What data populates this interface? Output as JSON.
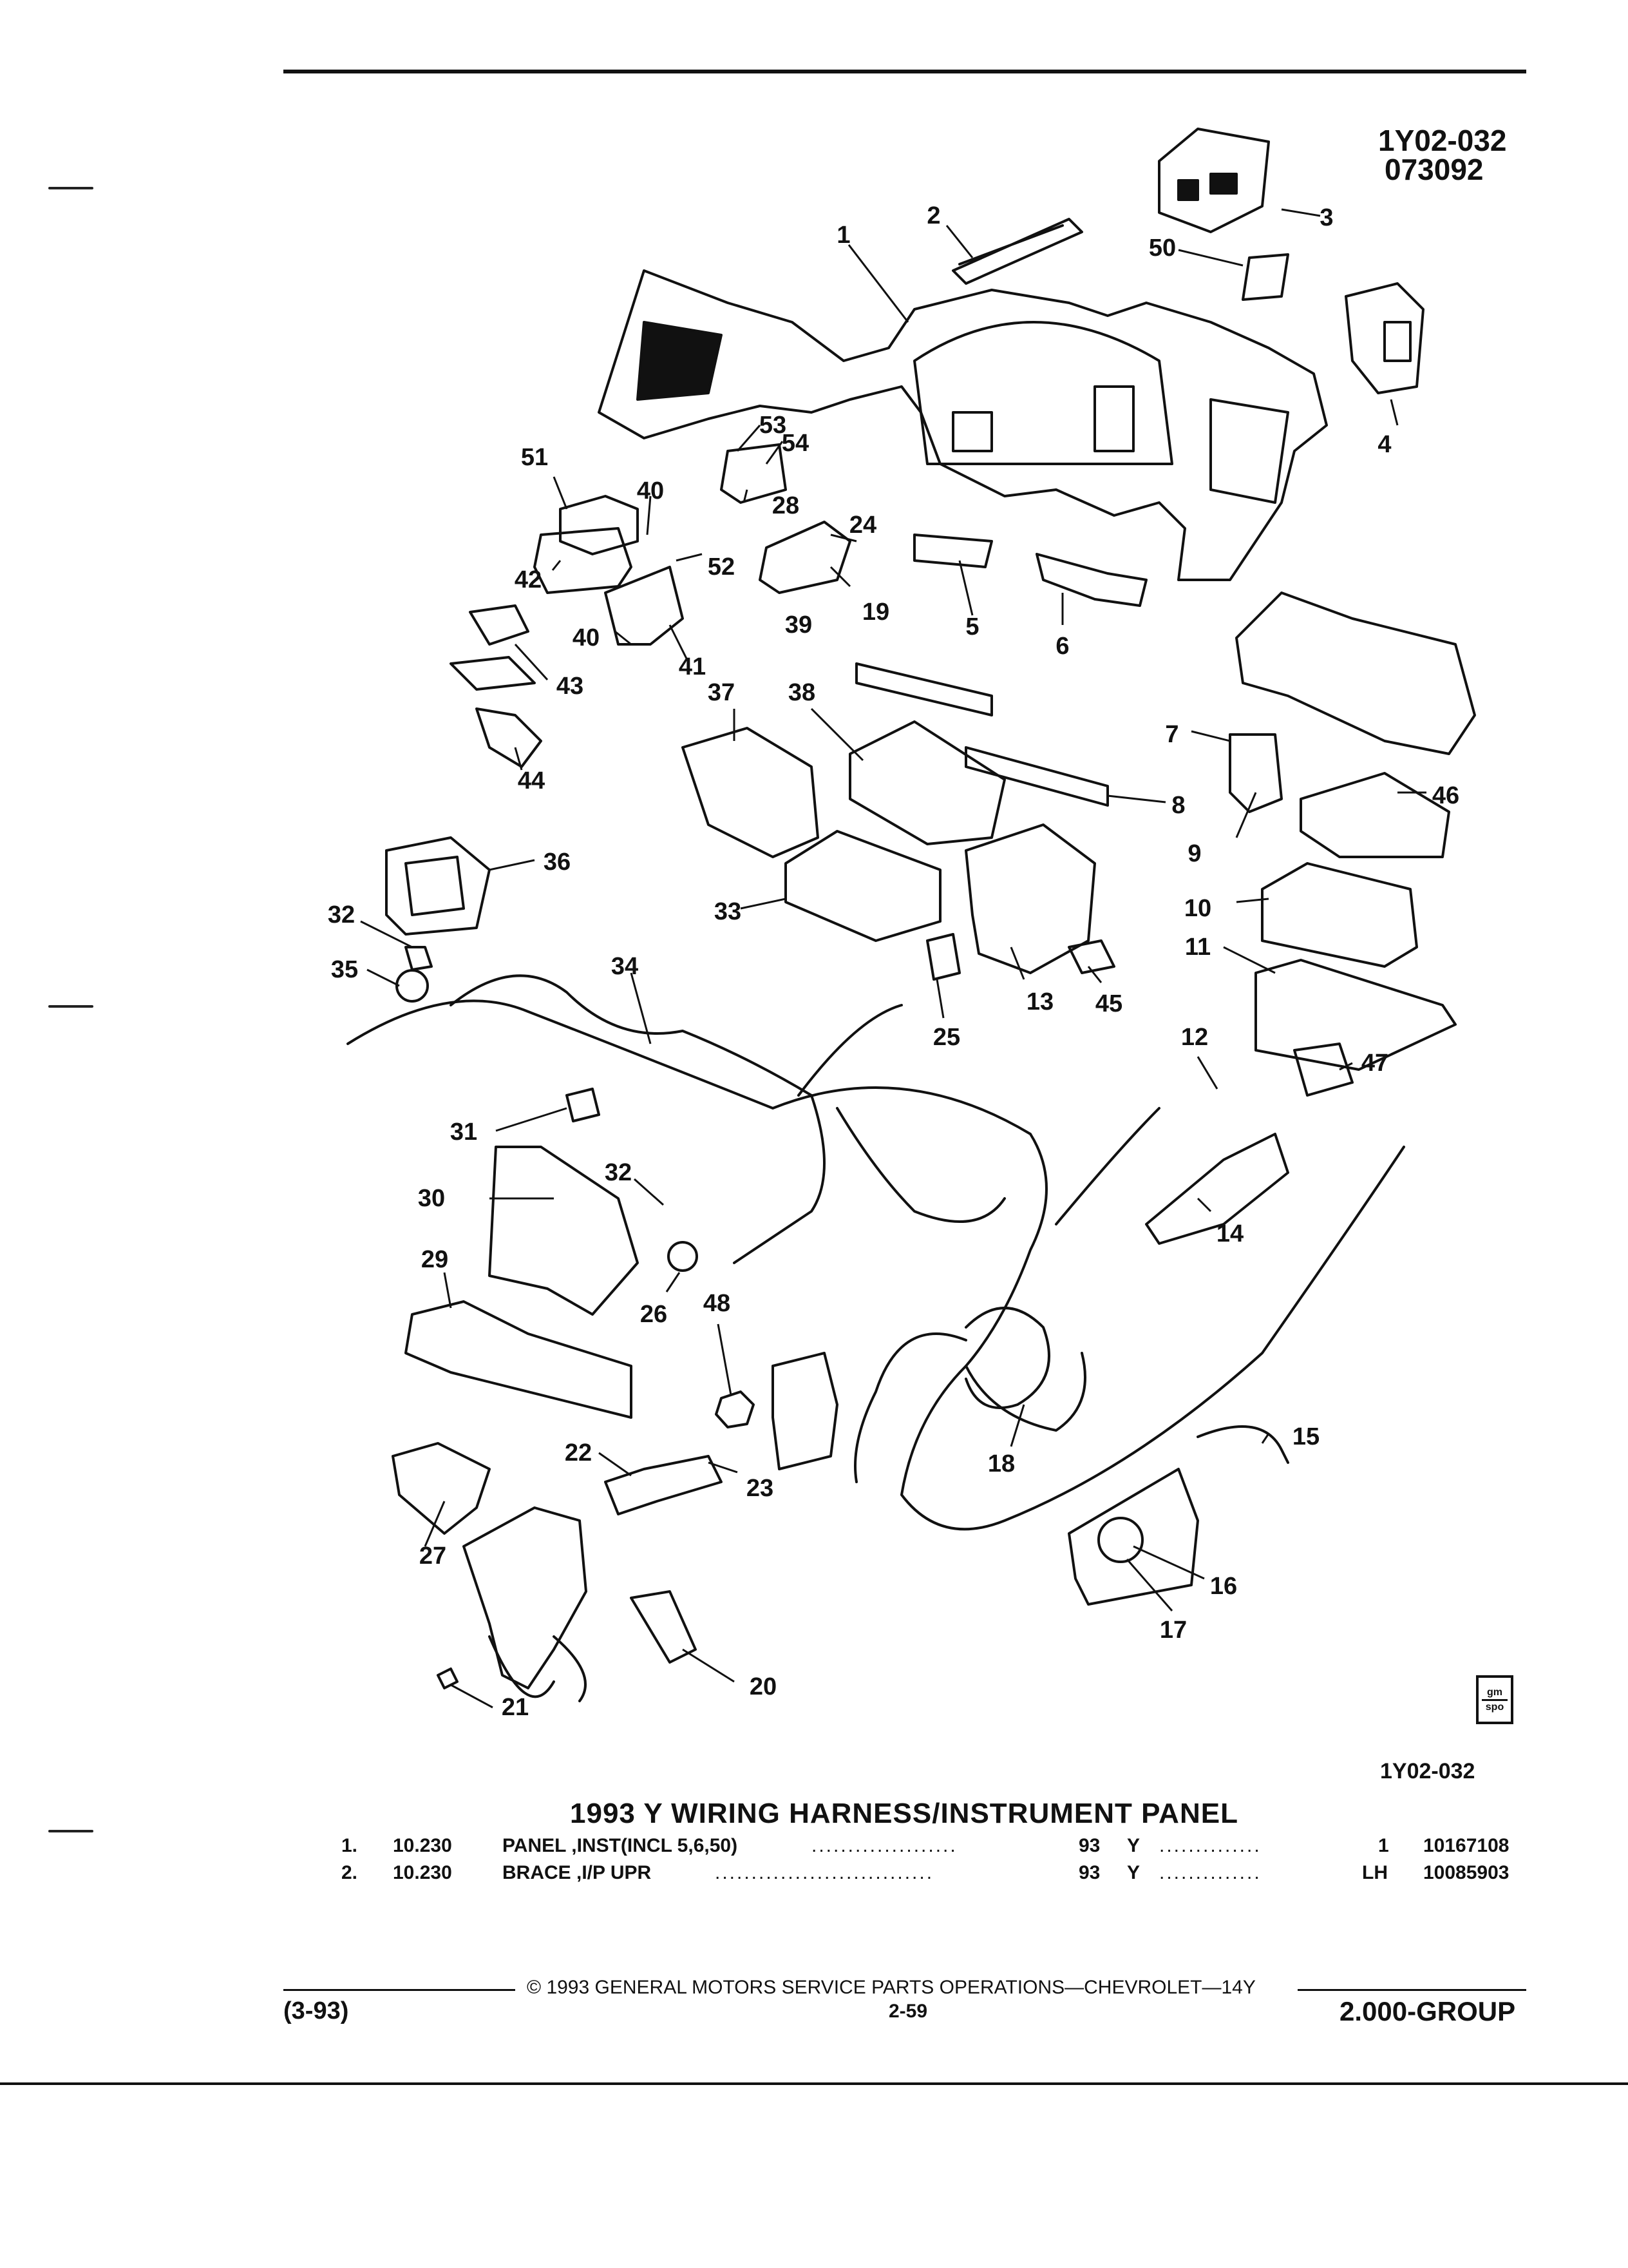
{
  "doc_ref": {
    "line1": "1Y02-032",
    "line2": "073092"
  },
  "figure_ref": "1Y02-032",
  "callouts": [
    "1",
    "2",
    "3",
    "50",
    "4",
    "53",
    "54",
    "51",
    "40",
    "28",
    "24",
    "52",
    "42",
    "19",
    "5",
    "6",
    "40",
    "43",
    "41",
    "39",
    "37",
    "38",
    "44",
    "7",
    "8",
    "9",
    "46",
    "36",
    "10",
    "32",
    "33",
    "11",
    "35",
    "34",
    "13",
    "45",
    "25",
    "12",
    "47",
    "31",
    "14",
    "32",
    "30",
    "26",
    "48",
    "29",
    "15",
    "18",
    "22",
    "23",
    "27",
    "16",
    "17",
    "20",
    "21"
  ],
  "badge": {
    "line1": "gm",
    "line2": "spo"
  },
  "section_title": "1993 Y WIRING HARNESS/INSTRUMENT PANEL",
  "parts": [
    {
      "item": "1.",
      "group": "10.230",
      "description": "PANEL ,INST(INCL 5,6,50)",
      "dots1": "....................",
      "year": "93",
      "model": "Y",
      "dots2": "..............",
      "qty": "1",
      "part_no": "10167108"
    },
    {
      "item": "2.",
      "group": "10.230",
      "description": "BRACE ,I/P UPR",
      "dots1": "..............................",
      "year": "93",
      "model": "Y",
      "dots2": "..............",
      "qty": "LH",
      "part_no": "10085903"
    }
  ],
  "footer": {
    "copyright": "©  1993  GENERAL MOTORS SERVICE PARTS OPERATIONS—CHEVROLET—14Y",
    "date_code": "(3-93)",
    "page": "2-59",
    "group": "2.000-GROUP"
  }
}
